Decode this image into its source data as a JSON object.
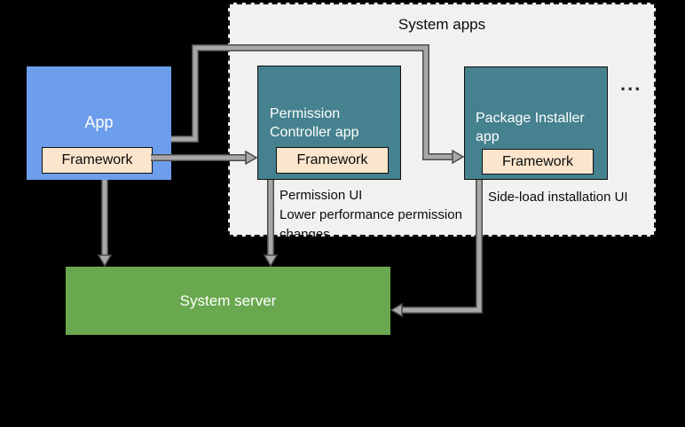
{
  "diagram_title": "System apps",
  "boxes": {
    "app": {
      "label": "App",
      "framework": "Framework"
    },
    "permission_controller": {
      "label": "Permission Controller app",
      "framework": "Framework"
    },
    "package_installer": {
      "label": "Package Installer app",
      "framework": "Framework"
    },
    "system_server": {
      "label": "System server"
    }
  },
  "notes": {
    "permission_line1": "Permission UI",
    "permission_line2": "Lower performance permission changes",
    "sideload": "Side-load installation UI",
    "ellipsis": "..."
  },
  "colors": {
    "background": "#000000",
    "app_blue": "#6D9EEB",
    "system_app_teal": "#45818E",
    "server_green": "#6AA84F",
    "framework_cream": "#FCE5CD",
    "group_background": "#F1F1F1",
    "connector_fill": "#A8A8A8",
    "connector_edge": "#4B4B4B"
  }
}
